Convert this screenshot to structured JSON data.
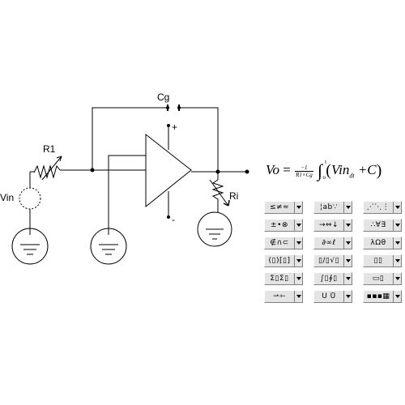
{
  "labels": {
    "cg": "Cg",
    "r1": "R1",
    "vin": "Vin",
    "ri": "Ri",
    "plus": "+",
    "minus": "-"
  },
  "formula": {
    "lhs": "Vo",
    "eq": "=",
    "num": "−1",
    "den": "R1×Cg",
    "int_upper": "t",
    "int_lower": "o",
    "body_v": "Vin",
    "body_sub": "dt",
    "body_rest": "+C"
  },
  "toolbar": {
    "buttons": [
      {
        "symbols": "≤≠≈"
      },
      {
        "symbols": "¦ab∵"
      },
      {
        "symbols": "⋰⋱⋮"
      },
      {
        "symbols": "±•⊗"
      },
      {
        "symbols": "→⇔↓"
      },
      {
        "symbols": "∴∀∃"
      },
      {
        "symbols": "∉∩⊂"
      },
      {
        "symbols": "∂∞ℓ"
      },
      {
        "symbols": "λΩθ"
      },
      {
        "symbols": "(▯)[▯]"
      },
      {
        "symbols": "▯/▯√▯"
      },
      {
        "symbols": "▯▯"
      },
      {
        "symbols": "Σ▯Σ▯"
      },
      {
        "symbols": "∫▯∮▯"
      },
      {
        "symbols": "▭▯"
      },
      {
        "symbols": "⇀⇽"
      },
      {
        "symbols": "Ū Ů"
      },
      {
        "symbols": "▪▪▪▦"
      }
    ]
  },
  "colors": {
    "line": "#000000",
    "button_face": "#e4e4e4"
  }
}
